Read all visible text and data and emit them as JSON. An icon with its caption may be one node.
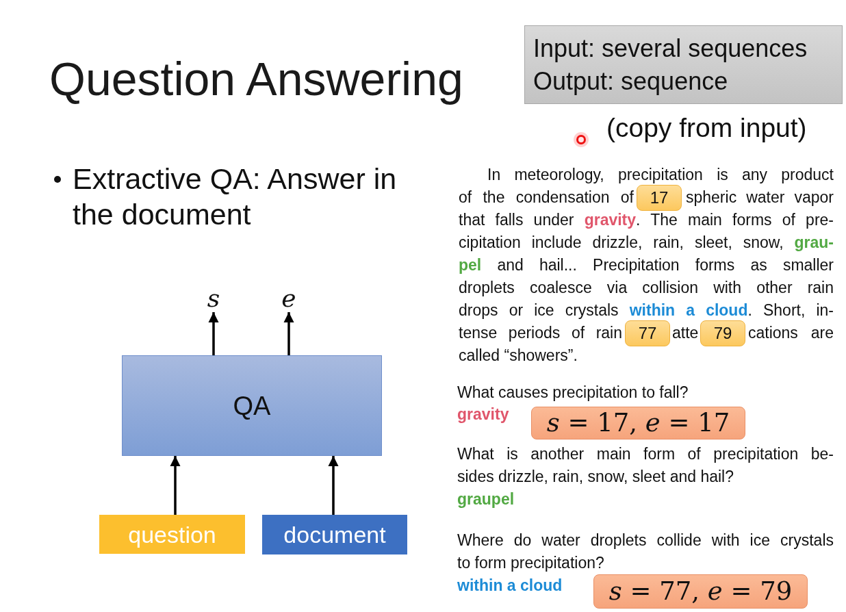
{
  "diagram": {
    "title": "Question Answering",
    "nodes": [
      {
        "text": [
          "Input: several sequences",
          "Output: sequence"
        ],
        "beside": [
          "(copy from input)"
        ]
      },
      {
        "text": [
          "s"
        ]
      },
      {
        "text": [
          "e"
        ]
      },
      {
        "text": [
          "QA"
        ]
      },
      {
        "text": [
          "question"
        ]
      },
      {
        "text": [
          "document"
        ]
      },
      {
        "text": [
          "17"
        ]
      },
      {
        "text": [
          "77"
        ]
      },
      {
        "text": [
          "79"
        ]
      },
      {
        "text": [
          "*s* = 17, *e* = 17"
        ]
      },
      {
        "text": [
          "*s* = 77, *e* = 79"
        ]
      }
    ],
    "edges": [
      {
        "from": 3,
        "to": 1,
        "arrow": "to"
      },
      {
        "from": 3,
        "to": 2,
        "arrow": "to"
      },
      {
        "from": 4,
        "to": 3,
        "arrow": "to"
      },
      {
        "from": 5,
        "to": 3,
        "arrow": "to"
      }
    ],
    "labels": [
      "Extractive QA: Answer in the document",
      "In meteorology, precipitation is any product",
      "of the condensation of",
      "spheric water vapor",
      "that falls under **gravity**. The main forms of pre- cipitation include drizzle, rain, sleet, snow, **grau-** **pel** and hail... Precipitation forms as smaller droplets coalesce via collision with other rain drops or ice crystals **within a cloud**. Short, in-",
      "tense periods of rain",
      "atte",
      "cations are",
      "called “showers”.",
      "What causes precipitation to fall?",
      "gravity",
      "What is another main form of precipitation be- sides drizzle, rain, snow, sleet and hail?",
      "graupel",
      "Where do water droplets collide with ice crystals to form precipitation?",
      "within a cloud"
    ]
  }
}
